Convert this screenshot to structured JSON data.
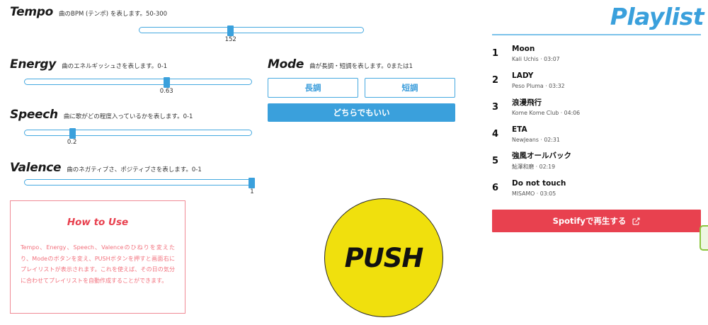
{
  "params": {
    "tempo": {
      "title": "Tempo",
      "desc": "曲のBPM (テンポ) を表します。50-300",
      "value": "152",
      "min": 50,
      "max": 300,
      "pct": 40.8
    },
    "energy": {
      "title": "Energy",
      "desc": "曲のエネルギッシュさを表します。0-1",
      "value": "0.63",
      "min": 0,
      "max": 1,
      "pct": 62.5
    },
    "speech": {
      "title": "Speech",
      "desc": "曲に歌がどの程度入っているかを表します。0-1",
      "value": "0.2",
      "min": 0,
      "max": 1,
      "pct": 21.0
    },
    "valence": {
      "title": "Valence",
      "desc": "曲のネガティブさ、ポジティブさを表します。0-1",
      "value": "1",
      "min": 0,
      "max": 1,
      "pct": 100
    }
  },
  "mode": {
    "title": "Mode",
    "desc": "曲が長調・短調を表します。0または1",
    "major_label": "長調",
    "minor_label": "短調",
    "any_label": "どちらでもいい"
  },
  "howto": {
    "title": "How to Use",
    "body": "Tempo、Energy、Speech、Valenceのひねりを変えたり、Modeのボタンを変え、PUSHボタンを押すと画面右にプレイリストが表示されます。これを使えば、その日の気分に合わせてプレイリストを自動作成することができます。"
  },
  "push": {
    "label": "PUSH"
  },
  "playlist": {
    "title": "Playlist",
    "tracks": [
      {
        "num": "1",
        "name": "Moon",
        "artist": "Kali Uchis · 03:07"
      },
      {
        "num": "2",
        "name": "LADY",
        "artist": "Peso Pluma · 03:32"
      },
      {
        "num": "3",
        "name": "浪漫飛行",
        "artist": "Kome Kome Club · 04:06"
      },
      {
        "num": "4",
        "name": "ETA",
        "artist": "NewJeans · 02:31"
      },
      {
        "num": "5",
        "name": "強風オールバック",
        "artist": "鮎澤和磨 · 02:19"
      },
      {
        "num": "6",
        "name": "Do not touch",
        "artist": "MISAMO · 03:05"
      }
    ],
    "spotify_label": "Spotifyで再生する"
  },
  "colors": {
    "accent_blue": "#3aa0dc",
    "accent_red": "#e8414f",
    "push_yellow": "#f0e00d",
    "green": "#8cc63f"
  }
}
